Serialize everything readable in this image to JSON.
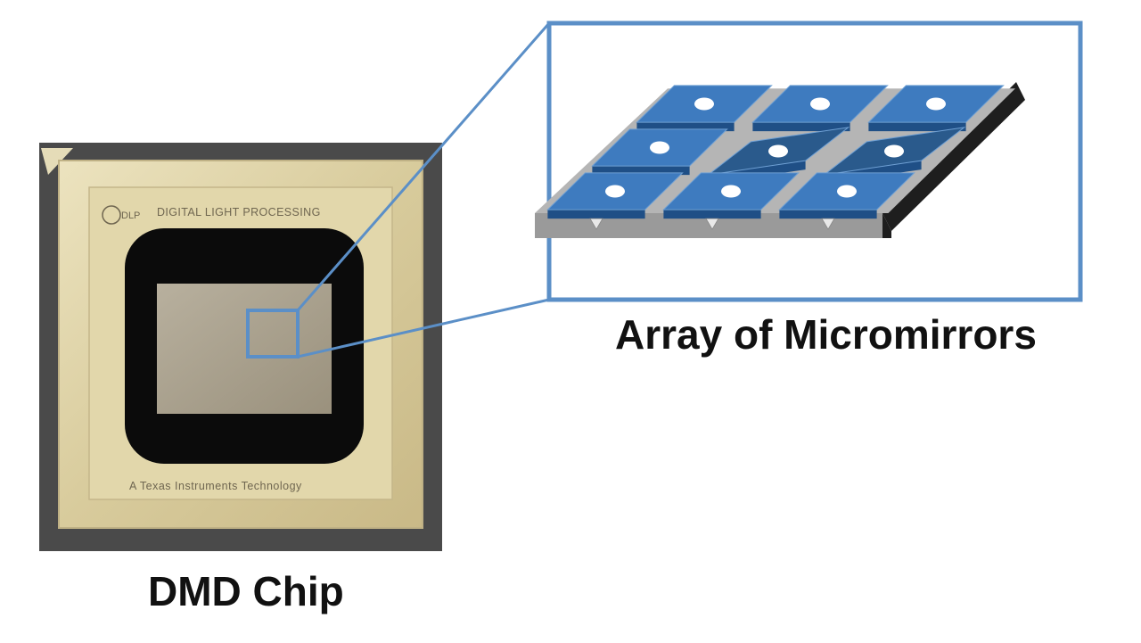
{
  "chip": {
    "brand_text": "DIGITAL LIGHT PROCESSING",
    "logo_text": "DLP",
    "footer_text": "A Texas Instruments Technology",
    "caption": "DMD Chip"
  },
  "micromirror_array": {
    "caption": "Array of Micromirrors",
    "rows": 3,
    "cols": 3,
    "tilted_mirrors": [
      [
        1,
        1
      ],
      [
        1,
        2
      ]
    ]
  },
  "colors": {
    "zoom_line": "#5b8fc7",
    "mirror": "#3e7bbf",
    "mirror_tilted": "#2a5a8c",
    "mirror_edge": "#1f4f86",
    "substrate_top": "#b5b5b5",
    "substrate_side": "#1e1e1e",
    "chip_frame": "#4a4a4a",
    "chip_gold": "#dccfa0",
    "chip_window": "#0b0b0b",
    "die": "#a8a08e"
  }
}
